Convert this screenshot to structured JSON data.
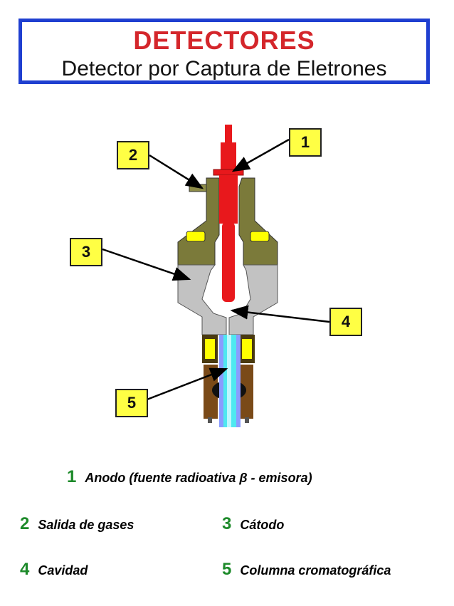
{
  "header": {
    "title": "DETECTORES",
    "subtitle": "Detector por Captura de Eletrones"
  },
  "callouts": [
    {
      "label": "1"
    },
    {
      "label": "2"
    },
    {
      "label": "3"
    },
    {
      "label": "4"
    },
    {
      "label": "5"
    }
  ],
  "legend": {
    "item1": {
      "num": "1",
      "text": "Anodo (fuente radioativa β - emisora)"
    },
    "item2": {
      "num": "2",
      "text": "Salida de gases"
    },
    "item3": {
      "num": "3",
      "text": "Cátodo"
    },
    "item4": {
      "num": "4",
      "text": "Cavidad"
    },
    "item5": {
      "num": "5",
      "text": "Columna cromatográfica"
    }
  },
  "colors": {
    "title_red": "#d4262b",
    "border_blue": "#1f3fd0",
    "anode_red": "#e8181c",
    "body_olive": "#7b7a3a",
    "cathode_gray": "#c2c2c2",
    "insulator_yellow": "#ffff00",
    "heater_brown": "#7a4a18",
    "column_cyan": "#4fe8f0",
    "column_blue": "#8a9cff",
    "callout_yellow": "#ffff44",
    "legend_green": "#1d8a2a"
  }
}
